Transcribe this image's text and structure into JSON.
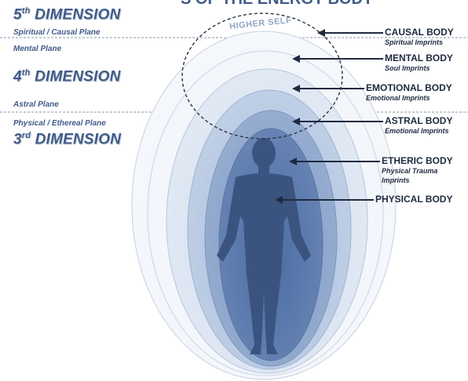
{
  "title": "S OF THE ENERGY BODY",
  "dimensions": [
    {
      "number": "5",
      "suffix": "th",
      "word": "DIMENSION"
    },
    {
      "number": "4",
      "suffix": "th",
      "word": "DIMENSION"
    },
    {
      "number": "3",
      "suffix": "rd",
      "word": "DIMENSION"
    }
  ],
  "planes": [
    "Spiritual / Causal Plane",
    "Mental Plane",
    "Astral Plane",
    "Physical  /  Ethereal Plane"
  ],
  "higher_self": "HIGHER SELF",
  "bodies": [
    {
      "name": "CAUSAL BODY",
      "sub": [
        "Spiritual Imprints"
      ]
    },
    {
      "name": "MENTAL BODY",
      "sub": [
        "Soul Imprints"
      ]
    },
    {
      "name": "EMOTIONAL BODY",
      "sub": [
        "Emotional Imprints"
      ]
    },
    {
      "name": "ASTRAL BODY",
      "sub": [
        "Emotional Imprints"
      ]
    },
    {
      "name": "ETHERIC BODY",
      "sub": [
        "Physical Trauma",
        "Imprints"
      ]
    },
    {
      "name": "PHYSICAL BODY",
      "sub": []
    }
  ],
  "colors": {
    "text_blue": "#3f5b88",
    "label_dark": "#1e2a3f",
    "aura_1": "#e8eef6",
    "aura_2": "#cfdcee",
    "aura_3": "#a9bfdc",
    "aura_4": "#7f9ac4",
    "aura_5": "#4e6ea3",
    "silhouette": "#3d5582"
  }
}
